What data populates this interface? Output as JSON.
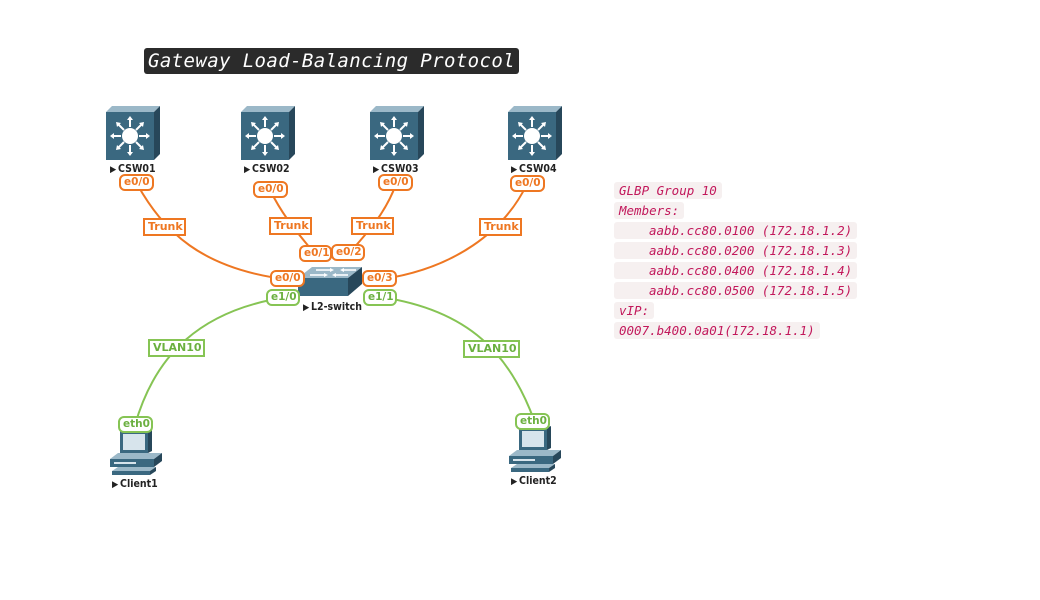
{
  "title": "Gateway Load-Balancing Protocol",
  "colors": {
    "trunk": "#ee7722",
    "vlan": "#86c454",
    "device": "#3a6880",
    "info_text": "#c2185b"
  },
  "devices": {
    "csw01": {
      "label": "CSW01",
      "icon": "layer3-switch-icon"
    },
    "csw02": {
      "label": "CSW02",
      "icon": "layer3-switch-icon"
    },
    "csw03": {
      "label": "CSW03",
      "icon": "layer3-switch-icon"
    },
    "csw04": {
      "label": "CSW04",
      "icon": "layer3-switch-icon"
    },
    "l2switch": {
      "label": "L2-switch",
      "icon": "layer2-switch-icon"
    },
    "client1": {
      "label": "Client1",
      "icon": "workstation-icon"
    },
    "client2": {
      "label": "Client2",
      "icon": "workstation-icon"
    }
  },
  "links": {
    "csw01": {
      "label": "Trunk",
      "port_a": "e0/0",
      "port_b": "e0/0"
    },
    "csw02": {
      "label": "Trunk",
      "port_a": "e0/0",
      "port_b": "e0/1"
    },
    "csw03": {
      "label": "Trunk",
      "port_a": "e0/0",
      "port_b": "e0/2"
    },
    "csw04": {
      "label": "Trunk",
      "port_a": "e0/0",
      "port_b": "e0/3"
    },
    "client1": {
      "label": "VLAN10",
      "port_a": "e1/0",
      "port_b": "eth0"
    },
    "client2": {
      "label": "VLAN10",
      "port_a": "e1/1",
      "port_b": "eth0"
    }
  },
  "glbp_info": {
    "group": "GLBP Group 10",
    "members_label": "Members:",
    "members": [
      "aabb.cc80.0100 (172.18.1.2)",
      "aabb.cc80.0200 (172.18.1.3)",
      "aabb.cc80.0400 (172.18.1.4)",
      "aabb.cc80.0500 (172.18.1.5)"
    ],
    "vip_label": "vIP:",
    "vip": "0007.b400.0a01(172.18.1.1)"
  }
}
